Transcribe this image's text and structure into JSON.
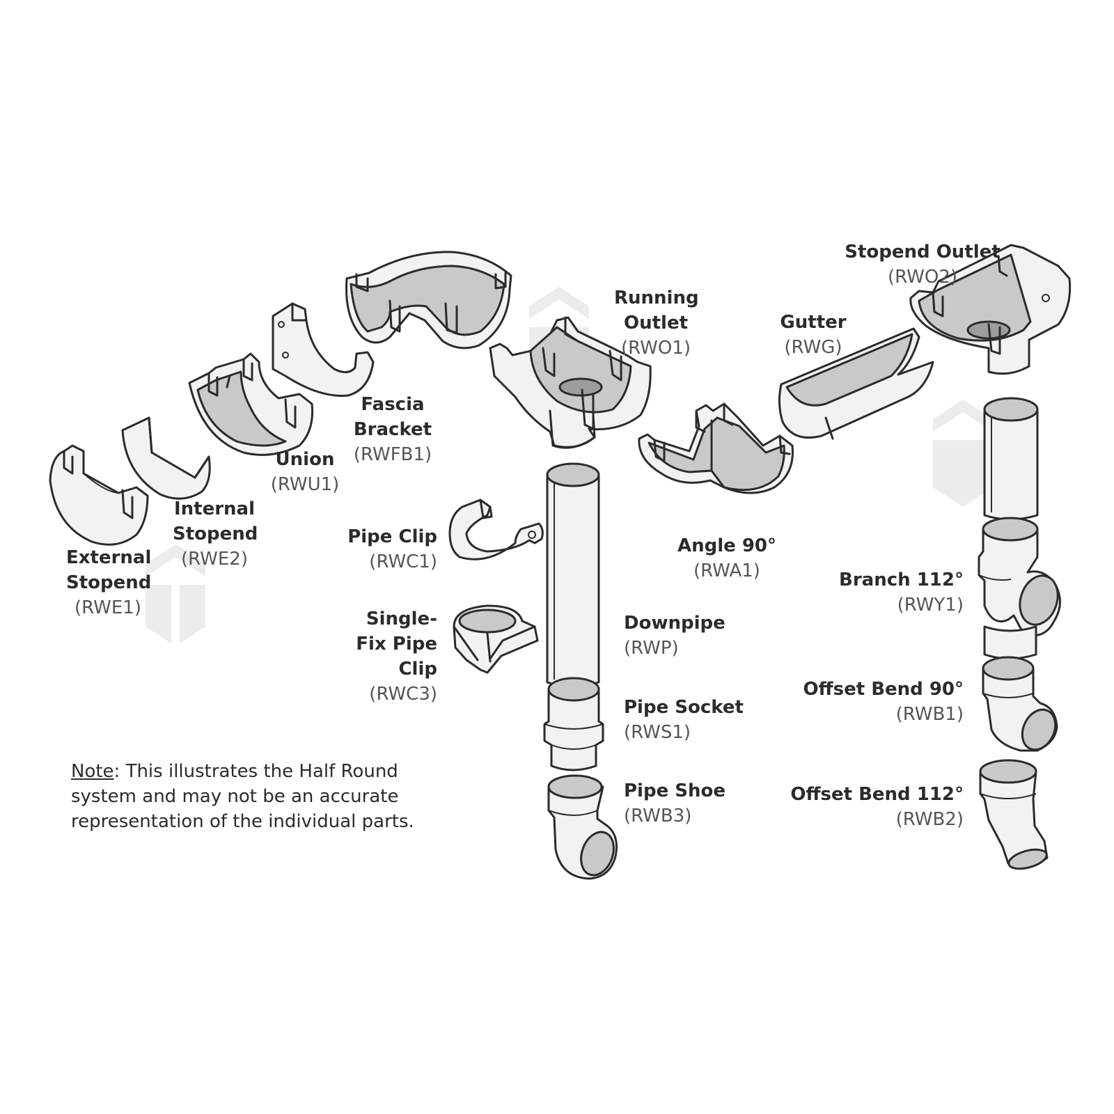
{
  "parts": {
    "external_stopend": {
      "name": "External Stopend",
      "code": "(RWE1)"
    },
    "internal_stopend": {
      "name": "Internal Stopend",
      "code": "(RWE2)"
    },
    "union": {
      "name": "Union",
      "code": "(RWU1)"
    },
    "fascia_bracket": {
      "name": "Fascia Bracket",
      "code": "(RWFB1)"
    },
    "running_outlet": {
      "name": "Running Outlet",
      "code": "(RWO1)"
    },
    "gutter": {
      "name": "Gutter",
      "code": "(RWG)"
    },
    "stopend_outlet": {
      "name": "Stopend Outlet",
      "code": "(RWO2)"
    },
    "pipe_clip": {
      "name": "Pipe Clip",
      "code": "(RWC1)"
    },
    "single_fix_pipe_clip": {
      "name": "Single-Fix Pipe Clip",
      "code": "(RWC3)"
    },
    "angle_90": {
      "name": "Angle 90°",
      "code": "(RWA1)"
    },
    "downpipe": {
      "name": "Downpipe",
      "code": "(RWP)"
    },
    "pipe_socket": {
      "name": "Pipe Socket",
      "code": "(RWS1)"
    },
    "pipe_shoe": {
      "name": "Pipe Shoe",
      "code": "(RWB3)"
    },
    "branch_112": {
      "name": "Branch 112°",
      "code": "(RWY1)"
    },
    "offset_bend_90": {
      "name": "Offset Bend 90°",
      "code": "(RWB1)"
    },
    "offset_bend_112": {
      "name": "Offset Bend 112°",
      "code": "(RWB2)"
    }
  },
  "note": {
    "label": "Note",
    "text": ": This illustrates the Half Round system and may not be an accurate representation of the individual parts."
  },
  "watermark_icon": "house-arrow-logo"
}
